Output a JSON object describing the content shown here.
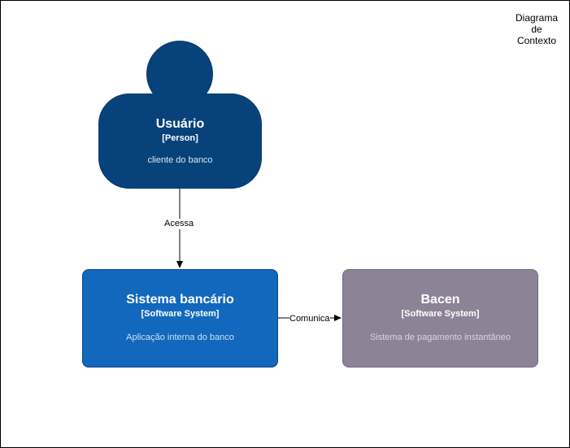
{
  "title_lines": [
    "Diagrama",
    "de",
    "Contexto"
  ],
  "nodes": {
    "usuario": {
      "name": "Usuário",
      "type": "[Person]",
      "description": "cliente do banco",
      "fill": "#08427b",
      "text_color": "#ffffff"
    },
    "sistema": {
      "name": "Sistema bancário",
      "type": "[Software System]",
      "description": "Aplicação interna do banco",
      "fill": "#1168bd",
      "text_color": "#ffffff"
    },
    "bacen": {
      "name": "Bacen",
      "type": "[Software System]",
      "description": "Sistema de pagamento instantâneo",
      "fill": "#8c8496",
      "text_color": "#ffffff"
    }
  },
  "edges": [
    {
      "from": "usuario",
      "to": "sistema",
      "label": "Acessa"
    },
    {
      "from": "sistema",
      "to": "bacen",
      "label": "Comunica"
    }
  ]
}
